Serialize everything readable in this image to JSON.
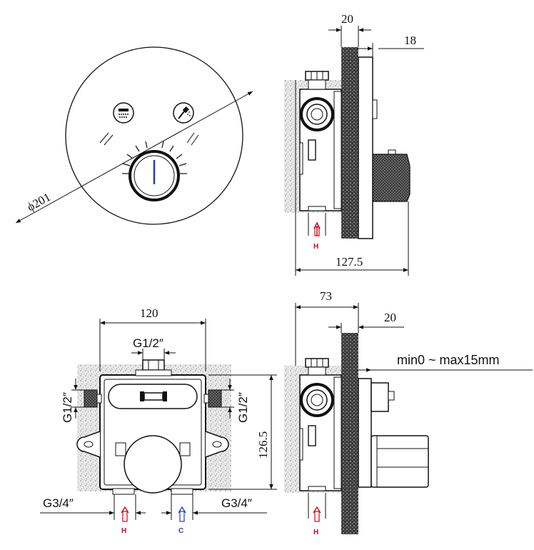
{
  "front_view": {
    "diameter_label": "ϕ201"
  },
  "side_view_top": {
    "dim_depth": "127.5",
    "dim_wall": "20",
    "dim_plate": "18",
    "inlet_label": "H"
  },
  "box_front_view": {
    "dim_width": "120",
    "dim_height": "126.5",
    "top_port": "G1/2″",
    "left_port": "G1/2″",
    "right_port": "G1/2″",
    "bottom_left_port": "G3/4″",
    "bottom_right_port": "G3/4″",
    "hot_label": "H",
    "cold_label": "C"
  },
  "side_view_bottom": {
    "dim_depth": "73",
    "dim_wall": "20",
    "range_note": "min0 ~ max15mm",
    "inlet_label": "H"
  },
  "colors": {
    "line": "#111111",
    "hot": "#d0021b",
    "cold": "#1f3fbf",
    "knob_indicator": "#1f3fbf"
  }
}
